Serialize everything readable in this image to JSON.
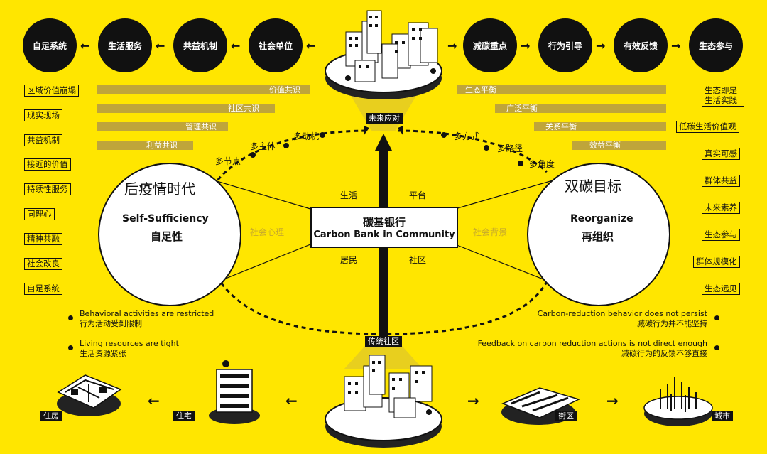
{
  "top_left_chain": [
    "自足系统",
    "生活服务",
    "共益机制",
    "社会单位"
  ],
  "top_right_chain": [
    "减碳重点",
    "行为引导",
    "有效反馈",
    "生态参与"
  ],
  "left_list": [
    "区域价值崩塌",
    "现实现场",
    "共益机制",
    "接近的价值",
    "持续性服务",
    "同理心",
    "精神共融",
    "社会改良",
    "自足系统"
  ],
  "right_list": [
    "生态即是\n生活实践",
    "低碳生活价值观",
    "真实可感",
    "群体共益",
    "未来素养",
    "生态参与",
    "群体规模化",
    "生态远见"
  ],
  "left_bars": [
    "价值共识",
    "社区共识",
    "管理共识",
    "利益共识"
  ],
  "right_bars": [
    "生态平衡",
    "广泛平衡",
    "关系平衡",
    "效益平衡"
  ],
  "left_arc_labels": [
    "多节点",
    "多主体",
    "多动机"
  ],
  "right_arc_labels": [
    "多方式",
    "多路径",
    "多角度"
  ],
  "left_circle": {
    "title": "后疫情时代",
    "en": "Self-Sufficiency",
    "cn": "自足性"
  },
  "right_circle": {
    "title": "双碳目标",
    "en": "Reorganize",
    "cn": "再组织"
  },
  "center": {
    "cn": "碳基银行",
    "en": "Carbon Bank in Community"
  },
  "center_labels": {
    "top_left": "生活",
    "top_right": "平台",
    "bottom_left": "居民",
    "bottom_right": "社区",
    "left_side": "社会心理",
    "right_side": "社会背景"
  },
  "top_city_tag": "未来应对",
  "bottom_city_tag": "传统社区",
  "left_notes": [
    {
      "en": "Behavioral activities are restricted",
      "cn": "行为活动受到限制"
    },
    {
      "en": "Living resources are tight",
      "cn": "生活资源紧张"
    }
  ],
  "right_notes": [
    {
      "en": "Carbon-reduction behavior does not persist",
      "cn": "减碳行为并不能坚持"
    },
    {
      "en": "Feedback on carbon reduction actions is not direct enough",
      "cn": "减碳行为的反馈不够直接"
    }
  ],
  "bottom_scale": [
    "住房",
    "住宅",
    "街区",
    "城市"
  ],
  "colors": {
    "background": "#FFE600",
    "ink": "#111111",
    "bar": "#BFA53A"
  }
}
